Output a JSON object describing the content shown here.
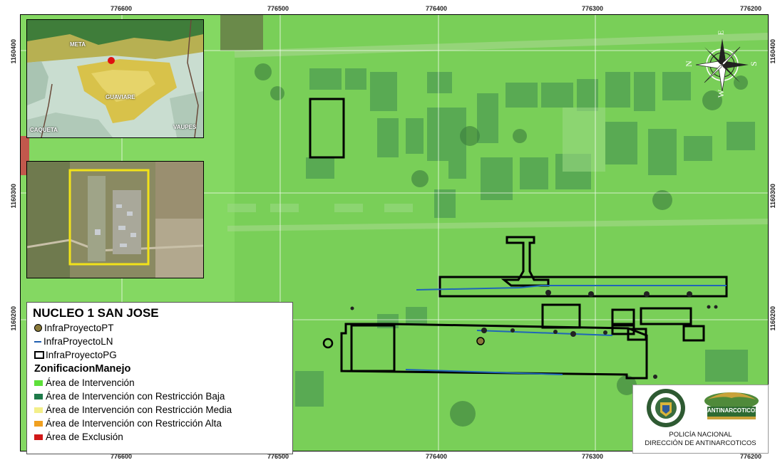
{
  "coords": {
    "top": [
      "776600",
      "776500",
      "776400",
      "776300",
      "776200"
    ],
    "bottom": [
      "776600",
      "776500",
      "776400",
      "776300",
      "776200"
    ],
    "left": [
      "1160400",
      "1160300",
      "1160200"
    ],
    "right": [
      "1160400",
      "1160300",
      "1160200"
    ]
  },
  "inset_regional": {
    "labels": [
      "META",
      "GUAVIARE",
      "CAQUETA",
      "VAUPES"
    ]
  },
  "legend": {
    "title": "NUCLEO 1 SAN JOSE",
    "items": [
      {
        "label": "InfraProyectoPT",
        "symbol": "point",
        "color": "#8a7a3a"
      },
      {
        "label": "InfraProyectoLN",
        "symbol": "line",
        "color": "#1f5fb0"
      },
      {
        "label": "InfraProyectoPG",
        "symbol": "polygon",
        "color": "#000000"
      }
    ],
    "subtitle": "ZonificacionManejo",
    "zones": [
      {
        "label": "Área de Intervención",
        "color": "#5ee03a"
      },
      {
        "label": "Área de Intervención con Restricción Baja",
        "color": "#1e7a4a"
      },
      {
        "label": "Área de Intervención con Restricción Media",
        "color": "#f3ef8a"
      },
      {
        "label": "Área de Intervención con Restricción Alta",
        "color": "#f0a020"
      },
      {
        "label": "Área de Exclusión",
        "color": "#d01818"
      }
    ]
  },
  "north_arrow": {
    "labels": [
      "N",
      "S",
      "W",
      "E"
    ]
  },
  "logos": {
    "badge_text": "ANTINARCOTICOS",
    "line1": "POLICÍA NACIONAL",
    "line2": "DIRECCIÓN DE ANTINARCOTICOS"
  }
}
